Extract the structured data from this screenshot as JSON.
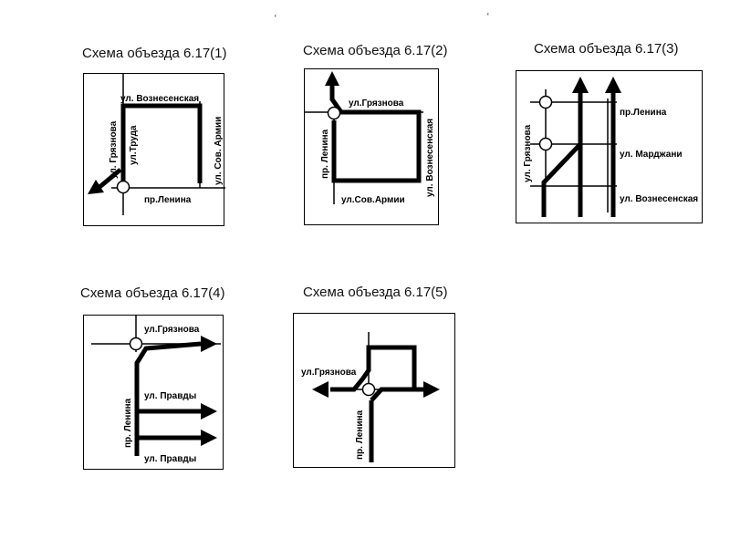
{
  "schemes": [
    {
      "title": "Схема объезда 6.17(1)",
      "labels": {
        "voznesenskaya": "ул. Вознесенская",
        "gryaznova": "ул. Грязнова",
        "truda": "ул.Труда",
        "sov_armii": "ул. Сов. Армии",
        "lenina": "пр.Ленина"
      }
    },
    {
      "title": "Схема объезда 6.17(2)",
      "labels": {
        "gryaznova": "ул.Грязнова",
        "lenina": "пр. Ленина",
        "voznesenskaya": "ул. Вознесенская",
        "sov_armii": "ул.Сов.Армии"
      }
    },
    {
      "title": "Схема объезда 6.17(3)",
      "labels": {
        "gryaznova": "ул. Грязнова",
        "lenina": "пр.Ленина",
        "mardzhani": "ул. Марджани",
        "voznesenskaya": "ул. Вознесенская"
      }
    },
    {
      "title": "Схема объезда 6.17(4)",
      "labels": {
        "gryaznova": "ул.Грязнова",
        "pravdy_1": "ул. Правды",
        "pravdy_2": "ул. Правды",
        "lenina": "пр. Ленина"
      }
    },
    {
      "title": "Схема объезда 6.17(5)",
      "labels": {
        "gryaznova": "ул.Грязнова",
        "lenina": "пр. Ленина"
      }
    }
  ]
}
